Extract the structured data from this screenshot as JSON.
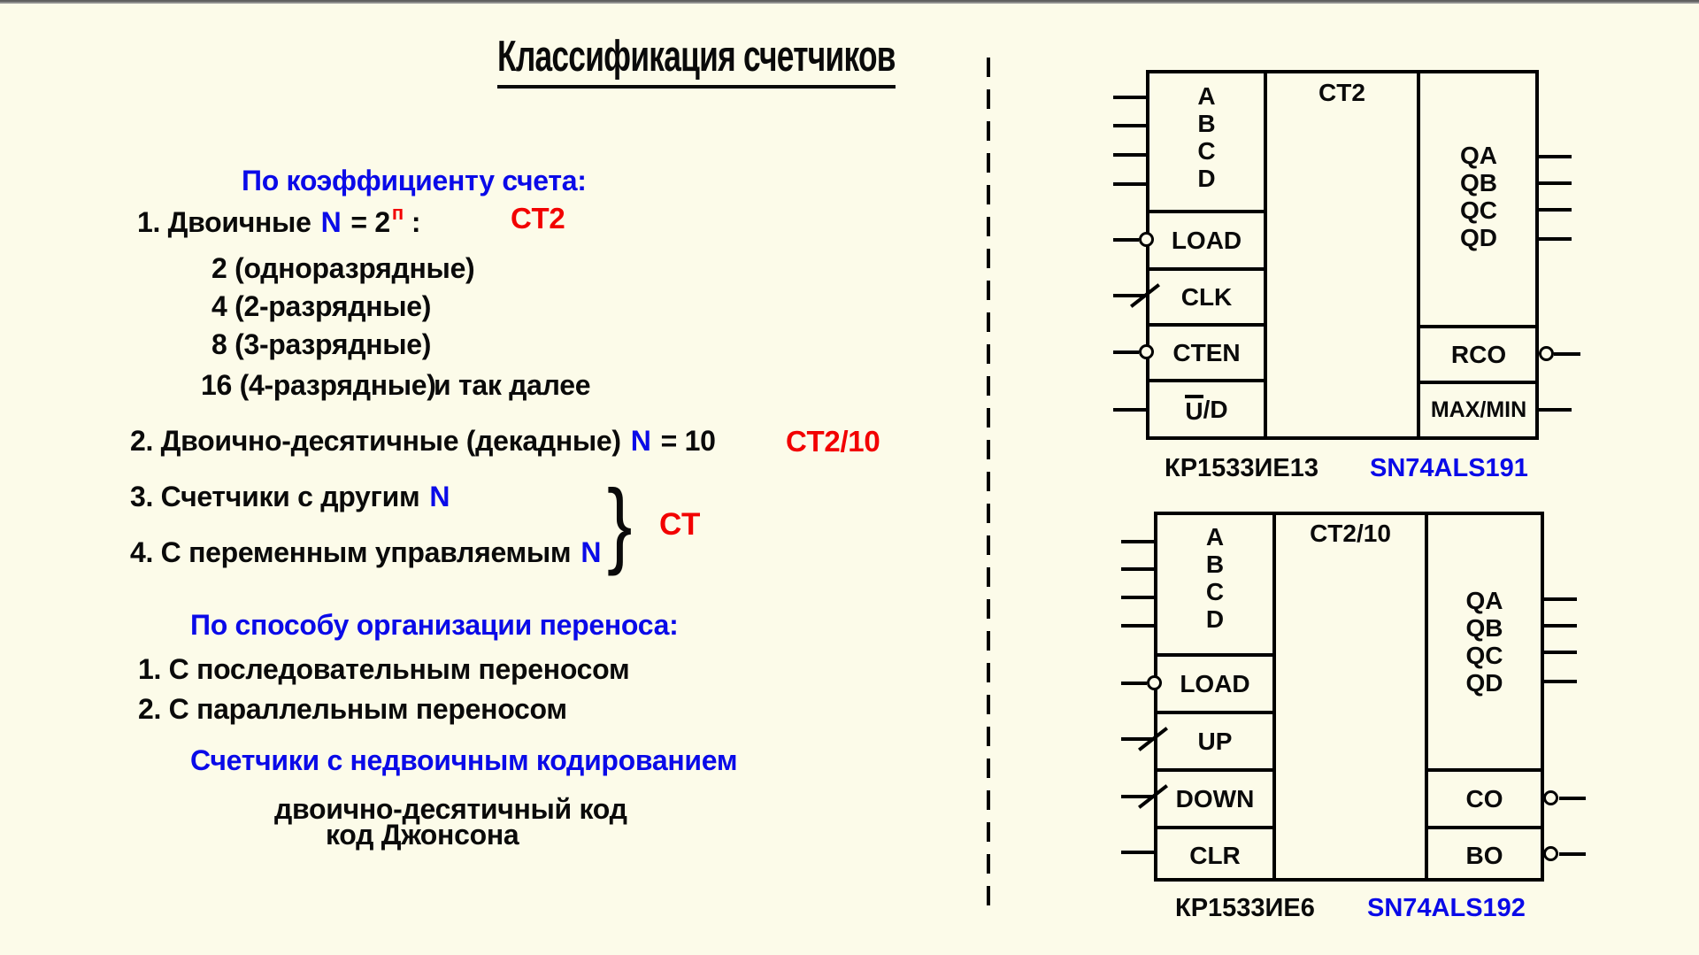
{
  "slide": {
    "title": "Классификация счетчиков"
  },
  "colors": {
    "background": "#FCFBE9",
    "top_bar": "#808080",
    "heading_blue": "#0A0AE8",
    "accent_red": "#F20000",
    "text_black": "#0A0A0A"
  },
  "left": {
    "s1_heading": "По коэффициенту счета:",
    "i1_text": "1. Двоичные",
    "i1_n": "N",
    "i1_eq": "= 2",
    "i1_sup": "п",
    "i1_colon": ":",
    "i1_tag": "CT2",
    "sub1": "2 (одноразрядные)",
    "sub2": "4 (2-разрядные)",
    "sub3": "8 (3-разрядные)",
    "sub4": "16 (4-разрядные)",
    "etc": "и так далее",
    "i2_text": "2. Двоично-десятичные (декадные)",
    "i2_n": "N",
    "i2_eq": "= 10",
    "i2_tag": "CT2/10",
    "i3_text": "3. Счетчики с другим",
    "i3_n": "N",
    "i4_text": "4. С переменным управляемым",
    "i4_n": "N",
    "brace": "}",
    "brace_tag": "CT",
    "s2_heading": "По способу организации переноса:",
    "s2_item1": "1. С последовательным переносом",
    "s2_item2": "2. С параллельным переносом",
    "s3_heading": "Счетчики с недвоичным кодированием",
    "s3_line1": "двоично-десятичный код",
    "s3_line2": "код Джонсона"
  },
  "chips": [
    {
      "type": "CT2",
      "in_a": "A",
      "in_b": "B",
      "in_c": "C",
      "in_d": "D",
      "in_load": "LOAD",
      "in_clk": "CLK",
      "in_cten": "CTEN",
      "in_ud_over": "U",
      "in_ud_rest": "/D",
      "out_qa": "QA",
      "out_qb": "QB",
      "out_qc": "QC",
      "out_qd": "QD",
      "out_rco": "RCO",
      "out_maxmin": "MAX/MIN",
      "part_ru": "КР1533ИЕ13",
      "part_intl": "SN74ALS191"
    },
    {
      "type": "CT2/10",
      "in_a": "A",
      "in_b": "B",
      "in_c": "C",
      "in_d": "D",
      "in_load": "LOAD",
      "in_up": "UP",
      "in_down": "DOWN",
      "in_clr": "CLR",
      "out_qa": "QA",
      "out_qb": "QB",
      "out_qc": "QC",
      "out_qd": "QD",
      "out_co": "CO",
      "out_bo": "BO",
      "part_ru": "КР1533ИЕ6",
      "part_intl": "SN74ALS192"
    }
  ]
}
